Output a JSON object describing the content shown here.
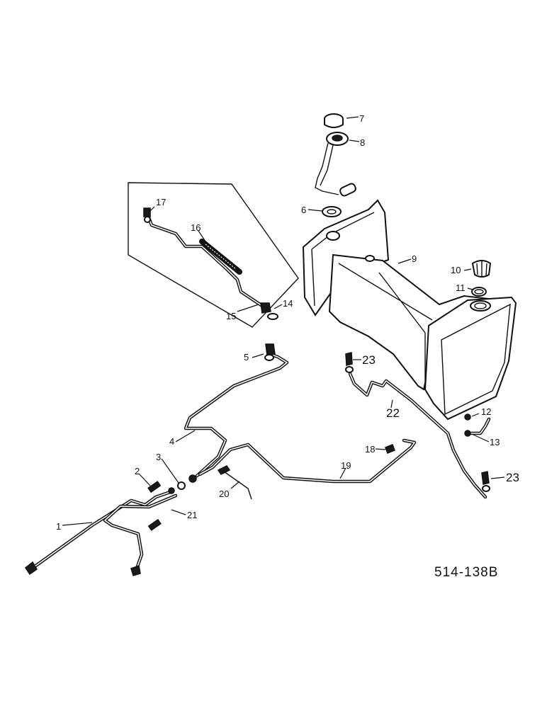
{
  "figure": {
    "reference": "514-138B",
    "callouts": {
      "c1": "1",
      "c2": "2",
      "c3": "3",
      "c4": "4",
      "c5": "5",
      "c6": "6",
      "c7": "7",
      "c8": "8",
      "c9": "9",
      "c10": "10",
      "c11": "11",
      "c12": "12",
      "c13": "13",
      "c14": "14",
      "c15": "15",
      "c16": "16",
      "c17": "17",
      "c18": "18",
      "c19": "19",
      "c20": "20",
      "c21": "21",
      "c22": "22",
      "c23a": "23",
      "c23b": "23"
    }
  }
}
